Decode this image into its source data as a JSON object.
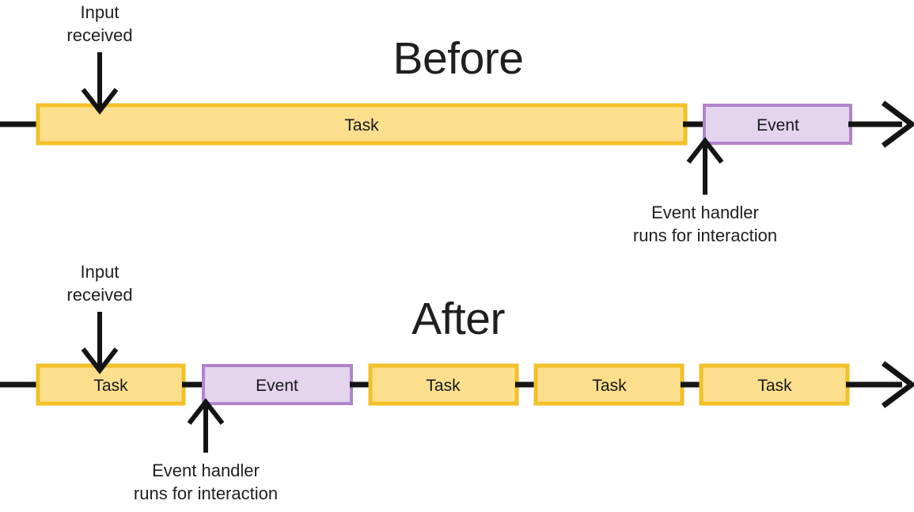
{
  "diagram": {
    "title_before": "Before",
    "title_after": "After",
    "colors": {
      "task_fill": "#FBDF8D",
      "task_stroke": "#F3C028",
      "event_fill": "#E4D4EE",
      "event_stroke": "#B184C9",
      "line": "#141414",
      "text": "#1f1f1f",
      "background": "#ffffff"
    },
    "before": {
      "title": "Before",
      "annotations": {
        "input": {
          "line1": "Input",
          "line2": "received"
        },
        "handler": {
          "line1": "Event handler",
          "line2": "runs for interaction"
        }
      },
      "blocks": [
        {
          "label": "Task",
          "type": "task"
        },
        {
          "label": "Event",
          "type": "event"
        }
      ]
    },
    "after": {
      "title": "After",
      "annotations": {
        "input": {
          "line1": "Input",
          "line2": "received"
        },
        "handler": {
          "line1": "Event handler",
          "line2": "runs for interaction"
        }
      },
      "blocks": [
        {
          "label": "Task",
          "type": "task"
        },
        {
          "label": "Event",
          "type": "event"
        },
        {
          "label": "Task",
          "type": "task"
        },
        {
          "label": "Task",
          "type": "task"
        },
        {
          "label": "Task",
          "type": "task"
        }
      ]
    }
  }
}
